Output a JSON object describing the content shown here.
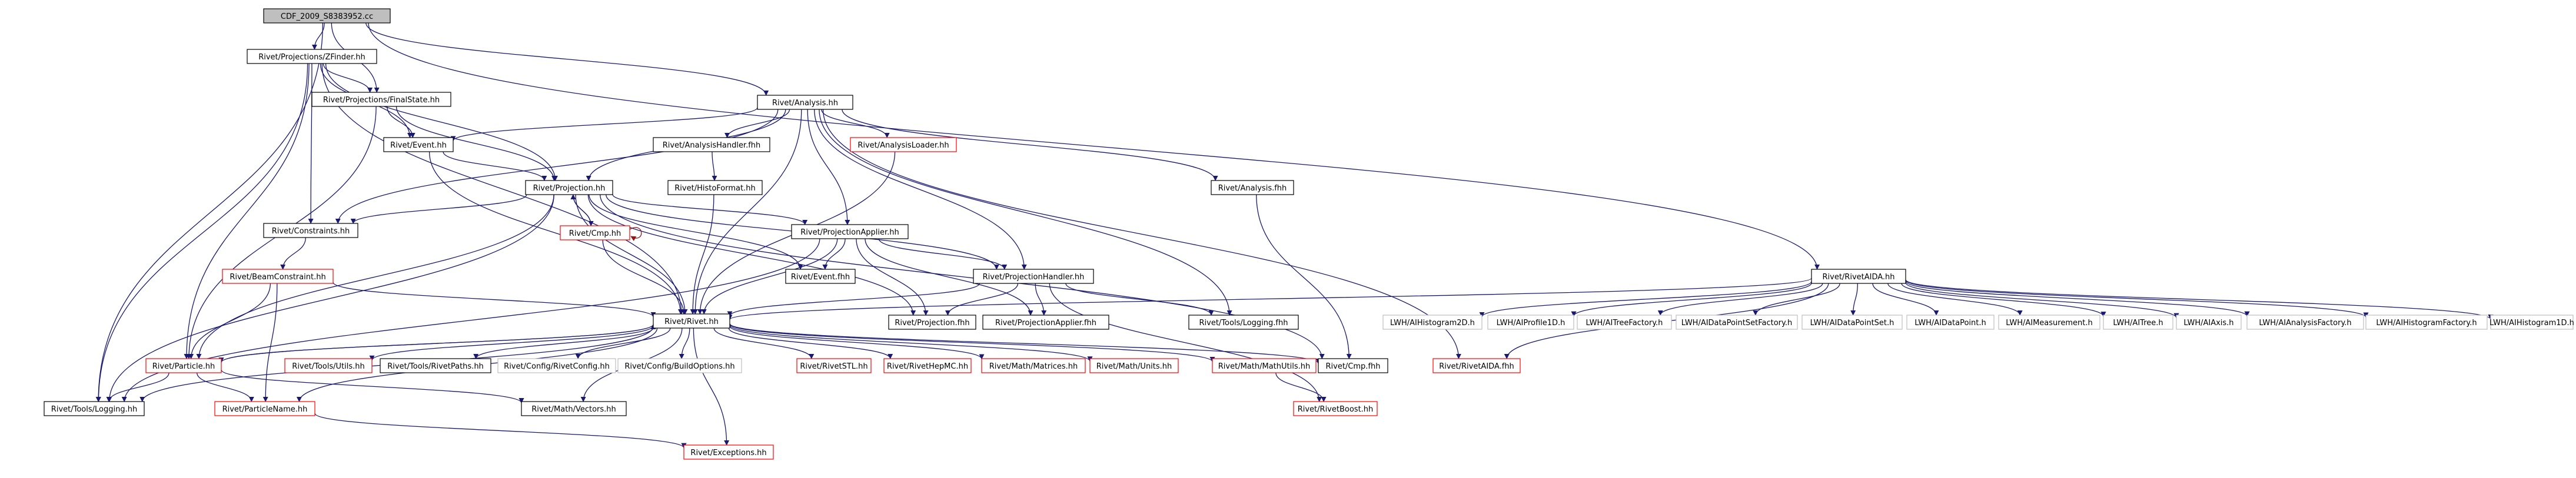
{
  "colors": {
    "edge": "#191970",
    "edge_self": "#8b1a1a",
    "border_normal": "#000000",
    "border_missing": "#ff0000",
    "border_external": "#bfbfbf",
    "fill_root": "#bfbfbf",
    "fill": "#ffffff"
  },
  "nodes": [
    {
      "id": "root",
      "label": "CDF_2009_S8383952.cc",
      "style": "root"
    },
    {
      "id": "zfinder",
      "label": "Rivet/Projections/ZFinder.hh",
      "style": "normal"
    },
    {
      "id": "finalstate",
      "label": "Rivet/Projections/FinalState.hh",
      "style": "normal"
    },
    {
      "id": "analysis",
      "label": "Rivet/Analysis.hh",
      "style": "normal"
    },
    {
      "id": "event",
      "label": "Rivet/Event.hh",
      "style": "normal"
    },
    {
      "id": "analysishandler_fhh",
      "label": "Rivet/AnalysisHandler.fhh",
      "style": "normal"
    },
    {
      "id": "analysisloader",
      "label": "Rivet/AnalysisLoader.hh",
      "style": "missing"
    },
    {
      "id": "histoformat",
      "label": "Rivet/HistoFormat.hh",
      "style": "normal"
    },
    {
      "id": "analysis_fhh",
      "label": "Rivet/Analysis.fhh",
      "style": "normal"
    },
    {
      "id": "projection",
      "label": "Rivet/Projection.hh",
      "style": "normal"
    },
    {
      "id": "constraints",
      "label": "Rivet/Constraints.hh",
      "style": "normal"
    },
    {
      "id": "cmp",
      "label": "Rivet/Cmp.hh",
      "style": "missing"
    },
    {
      "id": "projectionapplier",
      "label": "Rivet/ProjectionApplier.hh",
      "style": "normal"
    },
    {
      "id": "beamconstraint",
      "label": "Rivet/BeamConstraint.hh",
      "style": "missing"
    },
    {
      "id": "event_fhh",
      "label": "Rivet/Event.fhh",
      "style": "normal"
    },
    {
      "id": "projectionhandler",
      "label": "Rivet/ProjectionHandler.hh",
      "style": "normal"
    },
    {
      "id": "rivetaida",
      "label": "Rivet/RivetAIDA.hh",
      "style": "normal"
    },
    {
      "id": "rivet",
      "label": "Rivet/Rivet.hh",
      "style": "normal"
    },
    {
      "id": "projection_fhh",
      "label": "Rivet/Projection.fhh",
      "style": "normal"
    },
    {
      "id": "projectionapplier_fhh",
      "label": "Rivet/ProjectionApplier.fhh",
      "style": "normal"
    },
    {
      "id": "toolslogging_fhh",
      "label": "Rivet/Tools/Logging.fhh",
      "style": "normal"
    },
    {
      "id": "particle",
      "label": "Rivet/Particle.hh",
      "style": "missing"
    },
    {
      "id": "toolsutils",
      "label": "Rivet/Tools/Utils.hh",
      "style": "missing"
    },
    {
      "id": "toolsrivetpaths",
      "label": "Rivet/Tools/RivetPaths.hh",
      "style": "normal"
    },
    {
      "id": "rivetconfig",
      "label": "Rivet/Config/RivetConfig.hh",
      "style": "external"
    },
    {
      "id": "buildoptions",
      "label": "Rivet/Config/BuildOptions.hh",
      "style": "external"
    },
    {
      "id": "rivetstl",
      "label": "Rivet/RivetSTL.hh",
      "style": "missing"
    },
    {
      "id": "rivethepmc",
      "label": "Rivet/RivetHepMC.hh",
      "style": "missing"
    },
    {
      "id": "mathmatrices",
      "label": "Rivet/Math/Matrices.hh",
      "style": "missing"
    },
    {
      "id": "mathunits",
      "label": "Rivet/Math/Units.hh",
      "style": "missing"
    },
    {
      "id": "mathutils",
      "label": "Rivet/Math/MathUtils.hh",
      "style": "missing"
    },
    {
      "id": "cmp_fhh",
      "label": "Rivet/Cmp.fhh",
      "style": "normal"
    },
    {
      "id": "rivetaida_fhh",
      "label": "Rivet/RivetAIDA.fhh",
      "style": "missing"
    },
    {
      "id": "toolslogging",
      "label": "Rivet/Tools/Logging.hh",
      "style": "normal"
    },
    {
      "id": "particlename",
      "label": "Rivet/ParticleName.hh",
      "style": "missing"
    },
    {
      "id": "mathvectors",
      "label": "Rivet/Math/Vectors.hh",
      "style": "normal"
    },
    {
      "id": "rivetboost",
      "label": "Rivet/RivetBoost.hh",
      "style": "missing"
    },
    {
      "id": "exceptions",
      "label": "Rivet/Exceptions.hh",
      "style": "missing"
    },
    {
      "id": "lwh_histogram2d",
      "label": "LWH/AIHistogram2D.h",
      "style": "external"
    },
    {
      "id": "lwh_profile1d",
      "label": "LWH/AIProfile1D.h",
      "style": "external"
    },
    {
      "id": "lwh_treefactory",
      "label": "LWH/AITreeFactory.h",
      "style": "external"
    },
    {
      "id": "lwh_datapointsetfactory",
      "label": "LWH/AIDataPointSetFactory.h",
      "style": "external"
    },
    {
      "id": "lwh_datapointset",
      "label": "LWH/AIDataPointSet.h",
      "style": "external"
    },
    {
      "id": "lwh_datapoint",
      "label": "LWH/AIDataPoint.h",
      "style": "external"
    },
    {
      "id": "lwh_measurement",
      "label": "LWH/AIMeasurement.h",
      "style": "external"
    },
    {
      "id": "lwh_tree",
      "label": "LWH/AITree.h",
      "style": "external"
    },
    {
      "id": "lwh_axis",
      "label": "LWH/AIAxis.h",
      "style": "external"
    },
    {
      "id": "lwh_analysisfactory",
      "label": "LWH/AIAnalysisFactory.h",
      "style": "external"
    },
    {
      "id": "lwh_histogramfactory",
      "label": "LWH/AIHistogramFactory.h",
      "style": "external"
    },
    {
      "id": "lwh_histogram1d",
      "label": "LWH/AIHistogram1D.h",
      "style": "external"
    }
  ],
  "edges": [
    [
      "root",
      "zfinder"
    ],
    [
      "root",
      "finalstate"
    ],
    [
      "root",
      "analysis"
    ],
    [
      "root",
      "rivetaida"
    ],
    [
      "root",
      "toolslogging"
    ],
    [
      "zfinder",
      "finalstate"
    ],
    [
      "zfinder",
      "event"
    ],
    [
      "zfinder",
      "projection"
    ],
    [
      "zfinder",
      "rivet"
    ],
    [
      "zfinder",
      "particle"
    ],
    [
      "zfinder",
      "toolslogging"
    ],
    [
      "zfinder",
      "constraints"
    ],
    [
      "finalstate",
      "event"
    ],
    [
      "finalstate",
      "projection"
    ],
    [
      "finalstate",
      "particle"
    ],
    [
      "analysis",
      "event"
    ],
    [
      "analysis",
      "analysishandler_fhh"
    ],
    [
      "analysis",
      "analysisloader"
    ],
    [
      "analysis",
      "analysis_fhh"
    ],
    [
      "analysis",
      "projection"
    ],
    [
      "analysis",
      "constraints"
    ],
    [
      "analysis",
      "projectionapplier"
    ],
    [
      "analysis",
      "projectionhandler"
    ],
    [
      "analysis",
      "rivet"
    ],
    [
      "analysis",
      "rivetaida_fhh"
    ],
    [
      "analysis",
      "toolslogging_fhh"
    ],
    [
      "event",
      "projection"
    ],
    [
      "event",
      "rivet"
    ],
    [
      "analysishandler_fhh",
      "histoformat"
    ],
    [
      "histoformat",
      "rivet"
    ],
    [
      "analysisloader",
      "rivet"
    ],
    [
      "analysis_fhh",
      "cmp_fhh"
    ],
    [
      "projection",
      "constraints"
    ],
    [
      "projection",
      "cmp"
    ],
    [
      "projection",
      "projectionapplier"
    ],
    [
      "projection",
      "event_fhh"
    ],
    [
      "projection",
      "projectionhandler"
    ],
    [
      "projection",
      "rivet"
    ],
    [
      "projection",
      "projection_fhh"
    ],
    [
      "projection",
      "toolslogging"
    ],
    [
      "projection",
      "particle"
    ],
    [
      "projection",
      "cmp_fhh"
    ],
    [
      "constraints",
      "beamconstraint"
    ],
    [
      "cmp",
      "cmp"
    ],
    [
      "cmp",
      "projection"
    ],
    [
      "cmp",
      "rivet"
    ],
    [
      "projectionapplier",
      "event_fhh"
    ],
    [
      "projectionapplier",
      "projectionhandler"
    ],
    [
      "projectionapplier",
      "rivet"
    ],
    [
      "projectionapplier",
      "projection_fhh"
    ],
    [
      "projectionapplier",
      "projectionapplier_fhh"
    ],
    [
      "projectionapplier",
      "toolslogging"
    ],
    [
      "beamconstraint",
      "rivet"
    ],
    [
      "beamconstraint",
      "particle"
    ],
    [
      "beamconstraint",
      "particlename"
    ],
    [
      "projectionhandler",
      "rivet"
    ],
    [
      "projectionhandler",
      "projection_fhh"
    ],
    [
      "projectionhandler",
      "projectionapplier_fhh"
    ],
    [
      "projectionhandler",
      "toolslogging_fhh"
    ],
    [
      "projectionhandler",
      "rivetboost"
    ],
    [
      "rivetaida",
      "rivet"
    ],
    [
      "rivetaida",
      "rivetaida_fhh"
    ],
    [
      "rivetaida",
      "lwh_histogram2d"
    ],
    [
      "rivetaida",
      "lwh_profile1d"
    ],
    [
      "rivetaida",
      "lwh_treefactory"
    ],
    [
      "rivetaida",
      "lwh_datapointsetfactory"
    ],
    [
      "rivetaida",
      "lwh_datapointset"
    ],
    [
      "rivetaida",
      "lwh_datapoint"
    ],
    [
      "rivetaida",
      "lwh_measurement"
    ],
    [
      "rivetaida",
      "lwh_tree"
    ],
    [
      "rivetaida",
      "lwh_axis"
    ],
    [
      "rivetaida",
      "lwh_analysisfactory"
    ],
    [
      "rivetaida",
      "lwh_histogramfactory"
    ],
    [
      "rivetaida",
      "lwh_histogram1d"
    ],
    [
      "rivet",
      "particle"
    ],
    [
      "rivet",
      "toolsutils"
    ],
    [
      "rivet",
      "toolsrivetpaths"
    ],
    [
      "rivet",
      "rivetconfig"
    ],
    [
      "rivet",
      "buildoptions"
    ],
    [
      "rivet",
      "rivetstl"
    ],
    [
      "rivet",
      "rivethepmc"
    ],
    [
      "rivet",
      "mathmatrices"
    ],
    [
      "rivet",
      "mathunits"
    ],
    [
      "rivet",
      "mathutils"
    ],
    [
      "rivet",
      "cmp_fhh"
    ],
    [
      "rivet",
      "mathvectors"
    ],
    [
      "rivet",
      "exceptions"
    ],
    [
      "rivet",
      "toolslogging"
    ],
    [
      "rivet",
      "particlename"
    ],
    [
      "particle",
      "rivet"
    ],
    [
      "particle",
      "toolslogging"
    ],
    [
      "particle",
      "particlename"
    ],
    [
      "particle",
      "mathvectors"
    ],
    [
      "mathutils",
      "rivetboost"
    ],
    [
      "particlename",
      "exceptions"
    ]
  ]
}
